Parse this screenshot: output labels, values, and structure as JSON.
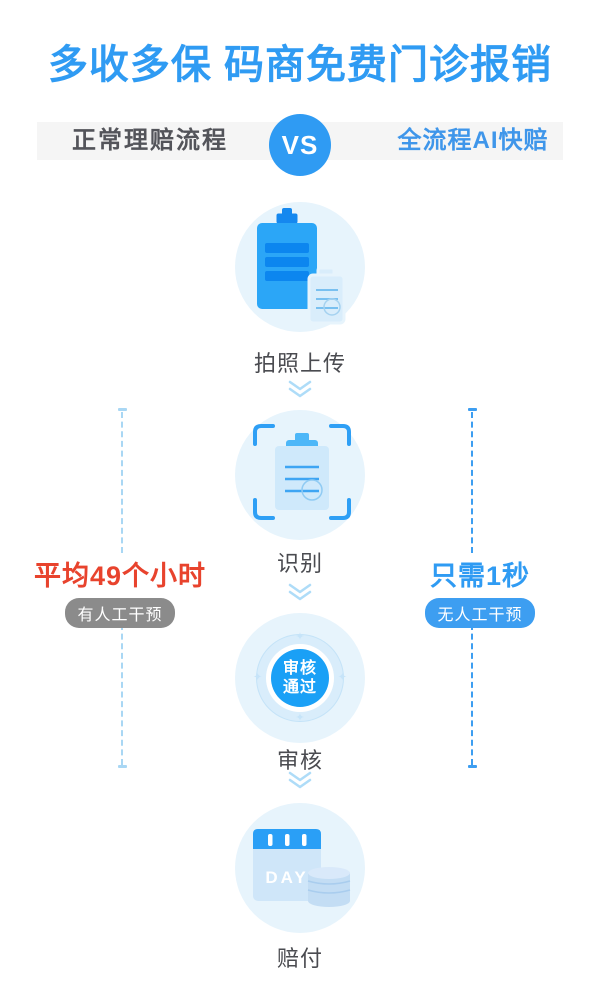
{
  "header": {
    "title": "多收多保 码商免费门诊报销"
  },
  "comparison": {
    "left_label": "正常理赔流程",
    "vs_label": "VS",
    "right_label": "全流程AI快赔"
  },
  "steps": [
    {
      "label": "拍照上传",
      "icon": "medical-record-upload-icon"
    },
    {
      "label": "识别",
      "icon": "scan-recognition-icon"
    },
    {
      "label": "审核",
      "icon": "approval-stamp-icon"
    },
    {
      "label": "赔付",
      "icon": "calendar-coins-icon"
    }
  ],
  "stamp": {
    "line1": "审核",
    "line2": "通过"
  },
  "calendar": {
    "day_label": "DAY"
  },
  "left_annotation": {
    "headline": "平均49个小时",
    "badge": "有人工干预"
  },
  "right_annotation": {
    "headline": "只需1秒",
    "badge": "无人工干预"
  },
  "colors": {
    "primary_blue": "#2f9bf3",
    "headline_red": "#e8432d",
    "badge_gray": "#8b8b8b",
    "badge_blue": "#3d9ef1",
    "bar_background": "#f5f5f5",
    "step_circle_background": "#e7f4fc",
    "left_dash_line": "#a9d7f4",
    "right_dash_line": "#3d9ef1"
  }
}
